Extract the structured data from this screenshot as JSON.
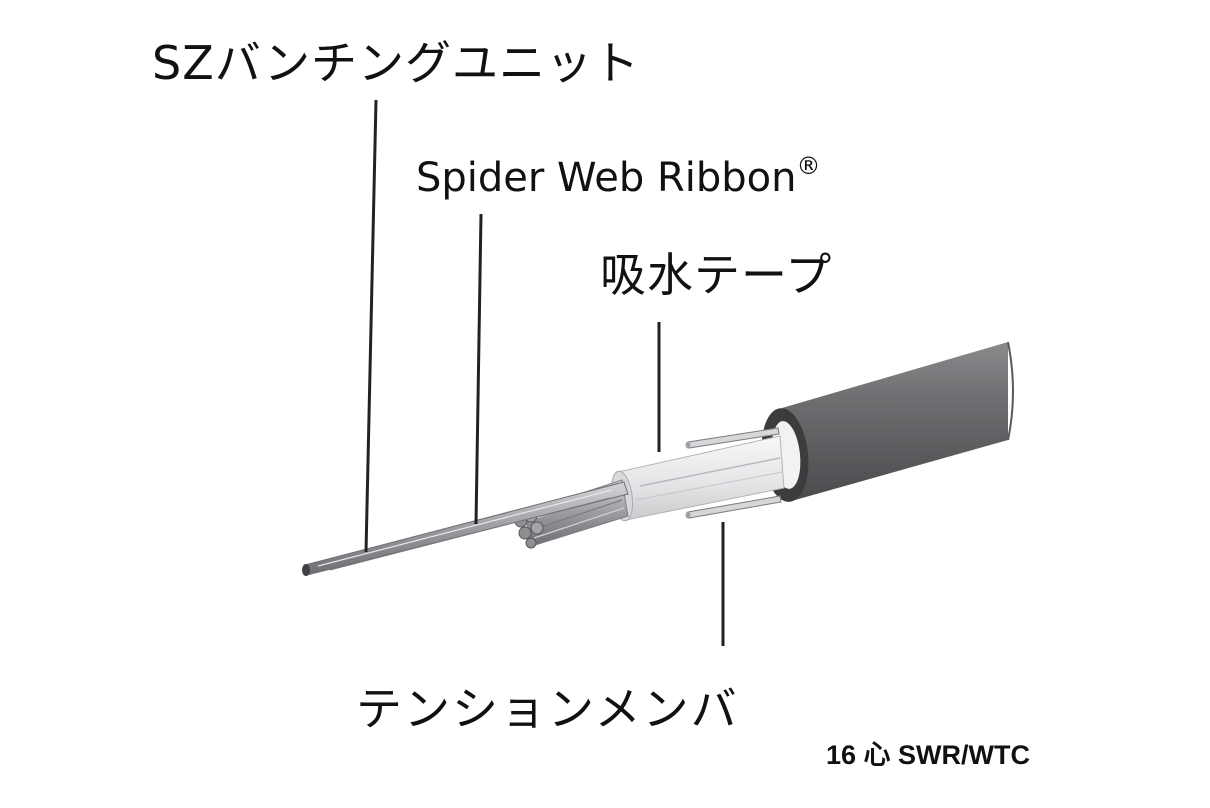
{
  "labels": {
    "sz_unit": "SZバンチングユニット",
    "spider_web_ribbon": "Spider Web Ribbon",
    "registered_mark": "®",
    "water_tape": "吸水テープ",
    "tension_member": "テンションメンバ",
    "model": "16 心 SWR/WTC"
  },
  "colors": {
    "jacket": "#6f6f72",
    "jacket_dark": "#4a4a4d",
    "jacket_end": "#3c3c3e",
    "tape": "#e9eaec",
    "fiber": "#9a9ca0",
    "leader": "#222222",
    "text": "#111111"
  }
}
